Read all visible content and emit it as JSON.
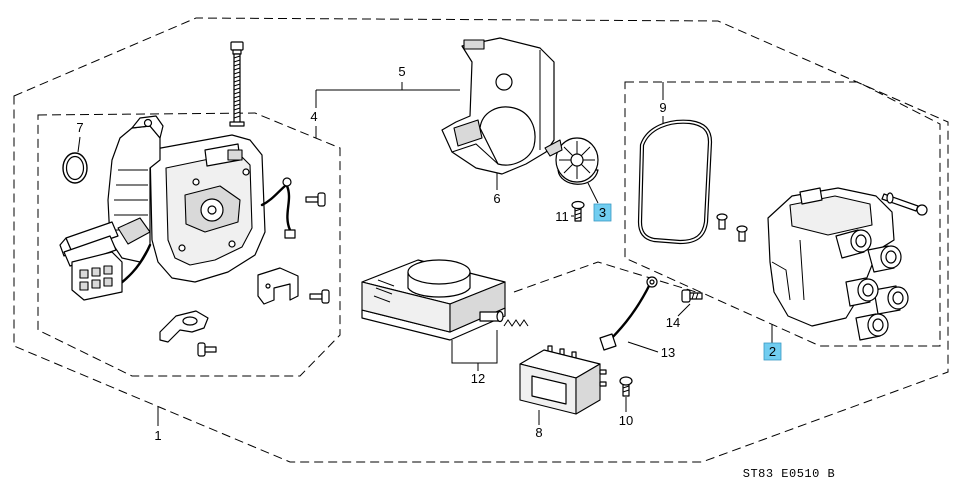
{
  "diagram": {
    "callouts": [
      {
        "label": "1"
      },
      {
        "label": "2",
        "highlighted": true
      },
      {
        "label": "3",
        "highlighted": true
      },
      {
        "label": "4"
      },
      {
        "label": "5"
      },
      {
        "label": "6"
      },
      {
        "label": "7"
      },
      {
        "label": "8"
      },
      {
        "label": "9"
      },
      {
        "label": "10"
      },
      {
        "label": "11"
      },
      {
        "label": "12"
      },
      {
        "label": "13"
      },
      {
        "label": "14"
      }
    ],
    "code": "ST83 E0510 B"
  },
  "colors": {
    "line": "#000000",
    "background": "#ffffff",
    "highlight_fill": "#71cdf0",
    "highlight_border": "#3a9ac4"
  }
}
